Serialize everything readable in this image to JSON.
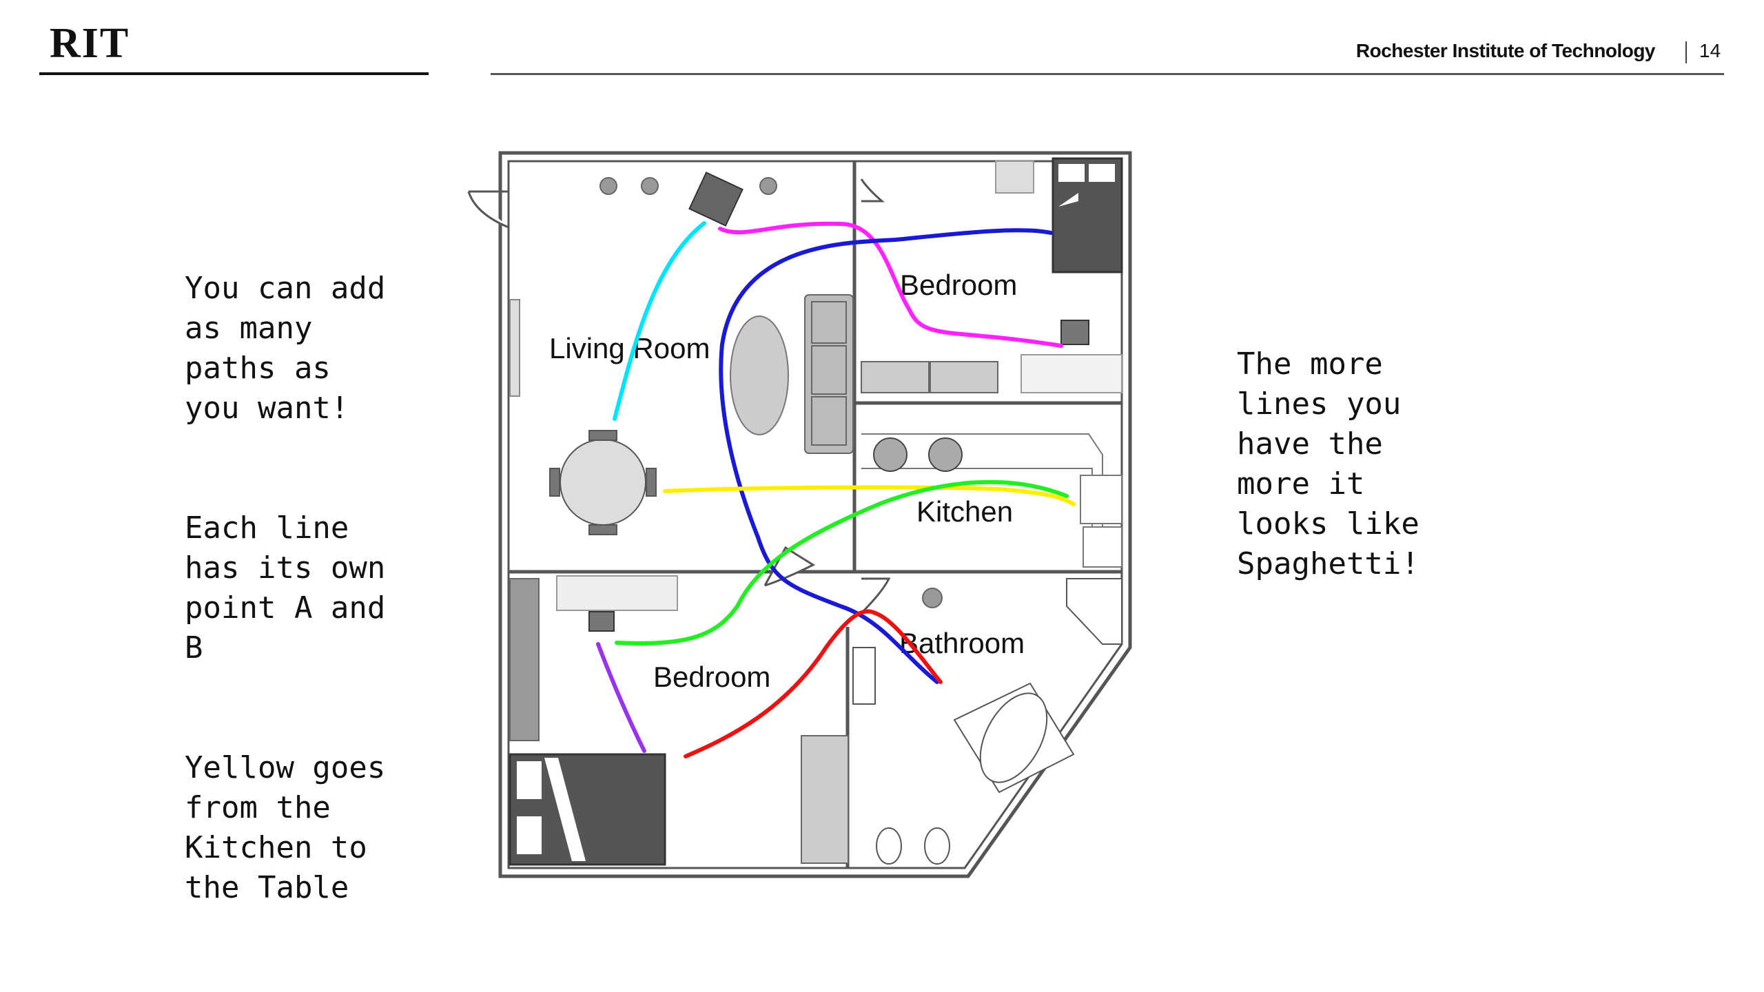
{
  "header": {
    "logo": "RIT",
    "institution": "Rochester Institute of Technology",
    "page_number": "14"
  },
  "left_text": {
    "p1": "You can add\nas many\npaths as\nyou want!",
    "p2": "Each line\nhas its own\npoint A and\nB",
    "p3": "Yellow goes\nfrom the\nKitchen to\nthe Table"
  },
  "right_text": {
    "p1": "The more\nlines you\nhave the\nmore it\nlooks like\nSpaghetti!"
  },
  "floor_plan": {
    "rooms": {
      "living_room": "Living Room",
      "bedroom_top": "Bedroom",
      "kitchen": "Kitchen",
      "bedroom_bottom": "Bedroom",
      "bathroom": "Bathroom"
    },
    "path_colors": {
      "cyan": "#00e5ff",
      "magenta": "#ff22ff",
      "blue": "#1a1ad6",
      "yellow": "#ffee00",
      "green": "#22ee22",
      "purple": "#9933ee",
      "red": "#ee1111"
    }
  }
}
